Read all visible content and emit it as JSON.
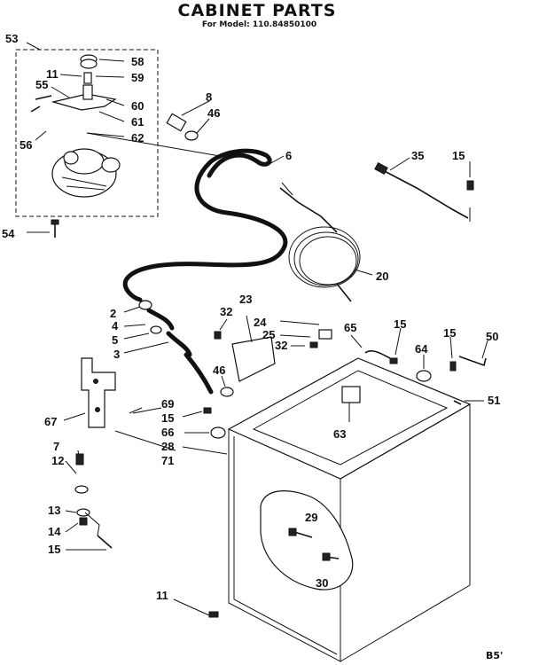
{
  "title": "Cabinet Parts",
  "subtitle": "For Model: 110.84850100",
  "stamp": "B5'",
  "callouts": [
    "53",
    "58",
    "11",
    "59",
    "55",
    "60",
    "61",
    "56",
    "62",
    "54",
    "8",
    "46",
    "6",
    "35",
    "15",
    "20",
    "23",
    "32",
    "24",
    "25",
    "65",
    "64",
    "50",
    "51",
    "2",
    "4",
    "5",
    "3",
    "46",
    "69",
    "15",
    "66",
    "67",
    "28",
    "71",
    "7",
    "12",
    "63",
    "13",
    "14",
    "15",
    "29",
    "30",
    "11",
    "32",
    "15",
    "15"
  ]
}
